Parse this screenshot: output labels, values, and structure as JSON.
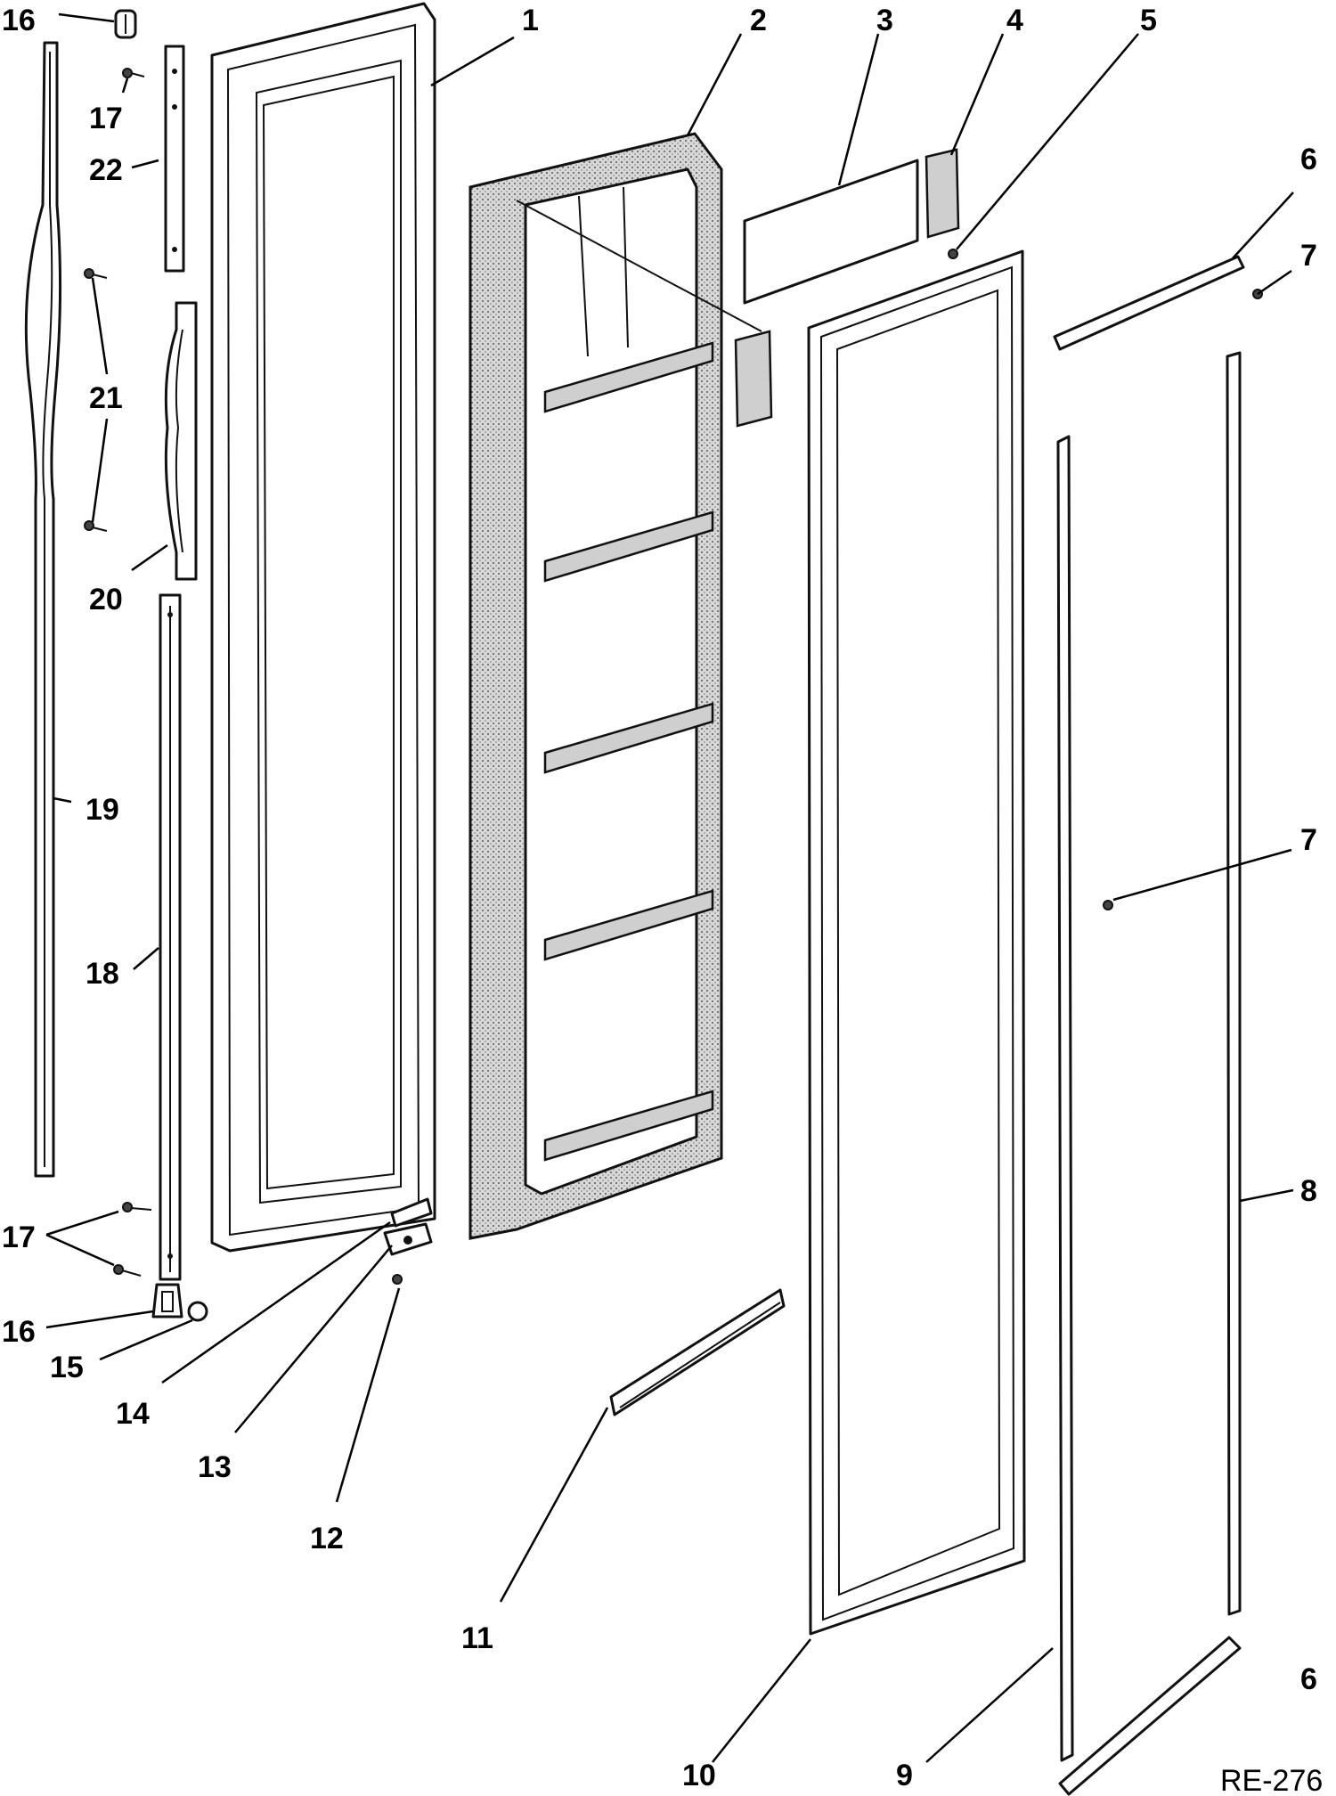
{
  "diagram": {
    "code": "RE-276",
    "callouts": {
      "c1": "1",
      "c2": "2",
      "c3": "3",
      "c4": "4",
      "c5": "5",
      "c6a": "6",
      "c6b": "6",
      "c7a": "7",
      "c7b": "7",
      "c8": "8",
      "c9": "9",
      "c10": "10",
      "c11": "11",
      "c12": "12",
      "c13": "13",
      "c14": "14",
      "c15": "15",
      "c16a": "16",
      "c16b": "16",
      "c17a": "17",
      "c17b": "17",
      "c18": "18",
      "c19": "19",
      "c20": "20",
      "c21": "21",
      "c22": "22"
    }
  }
}
